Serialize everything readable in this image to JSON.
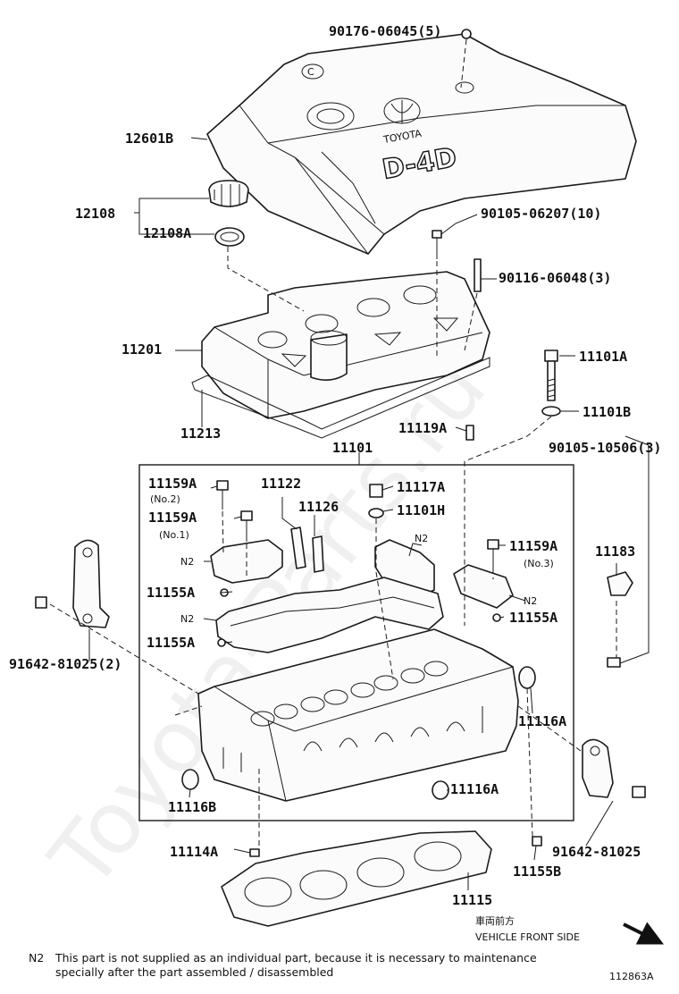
{
  "watermark": "Toyota-Parts.ru",
  "cover_logo_text": "TOYOTA",
  "cover_badge_text": "D-4D",
  "labels": {
    "p90176": "90176-06045(5)",
    "p12601B": "12601B",
    "p12108": "12108",
    "p12108A": "12108A",
    "p90105a": "90105-06207(10)",
    "p90116": "90116-06048(3)",
    "p11201": "11201",
    "p11213": "11213",
    "p11119A": "11119A",
    "p11101A": "11101A",
    "p11101B": "11101B",
    "p90105b": "90105-10506(3)",
    "p11101": "11101",
    "p11159A_1": "11159A",
    "p11159A_1_note": "(No.2)",
    "p11122": "11122",
    "p11117A": "11117A",
    "p11126": "11126",
    "p11101H": "11101H",
    "p11159A_2": "11159A",
    "p11159A_2_note": "(No.1)",
    "p11159A_3": "11159A",
    "p11159A_3_note": "(No.3)",
    "p11183": "11183",
    "n2_a": "N2",
    "n2_b": "N2",
    "n2_c": "N2",
    "n2_d": "N2",
    "p11155A_1": "11155A",
    "p11155A_2": "11155A",
    "p11155A_3": "11155A",
    "p91642a": "91642-81025(2)",
    "p11116A_1": "11116A",
    "p11116B": "11116B",
    "p11116A_2": "11116A",
    "p11114A": "11114A",
    "p91642b": "91642-81025",
    "p11155B": "11155B",
    "p11115": "11115"
  },
  "front": {
    "jp": "車両前方",
    "en": "VEHICLE FRONT SIDE"
  },
  "note": {
    "key": "N2",
    "line1": "This part is not supplied as an individual part, because it is necessary to maintenance",
    "line2": "specially after the part assembled / disassembled"
  },
  "figure_id": "112863A"
}
